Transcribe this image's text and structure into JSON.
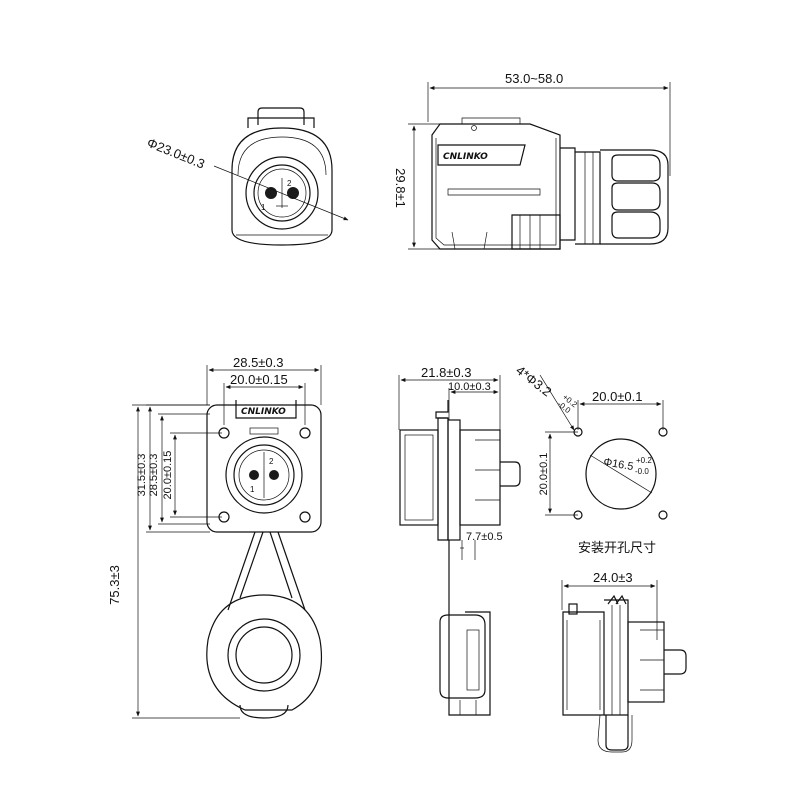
{
  "dimensions": {
    "front_diameter": "Φ23.0±0.3",
    "side_length": "53.0~58.0",
    "side_height": "29.8±1",
    "flange_width": "28.5±0.3",
    "flange_hole_spacing": "20.0±0.15",
    "flange_height": "31.5±0.3",
    "flange_inner_height": "28.5±0.3",
    "flange_hole_vertical": "20.0±0.15",
    "overall_length": "75.3±3",
    "panel_depth": "21.8±0.3",
    "flange_offset": "10.0±0.3",
    "panel_thickness": "7.7±0.5",
    "mount_holes": "4*Φ3.2",
    "mount_holes_tol_plus": "+0.2",
    "mount_holes_tol_minus": "-0.0",
    "hole_spacing_h": "20.0±0.1",
    "hole_spacing_v": "20.0±0.1",
    "cutout_diameter": "Φ16.5",
    "cutout_tol_plus": "+0.2",
    "cutout_tol_minus": "-0.0",
    "bottom_width": "24.0±3"
  },
  "labels": {
    "cutout_title": "安装开孔尺寸",
    "brand_logo": "CNLINKO",
    "pin_1": "1",
    "pin_2": "2"
  }
}
